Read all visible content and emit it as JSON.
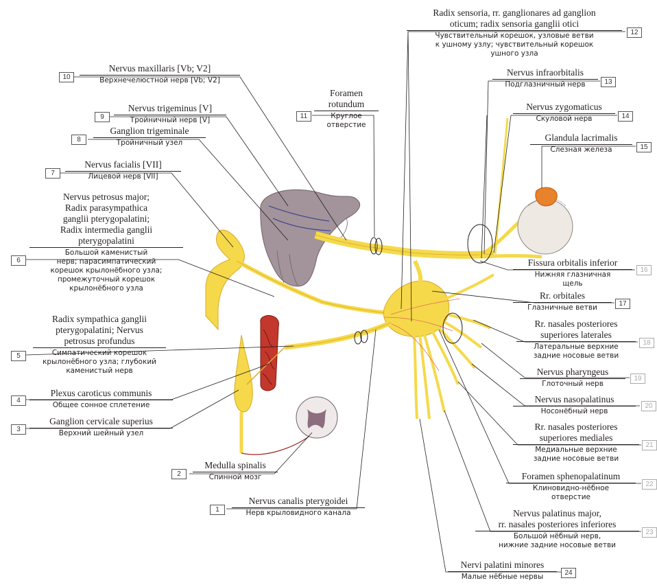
{
  "colors": {
    "nerve": "#f5d94a",
    "nerve_edge": "#d9a92a",
    "artery": "#c4372c",
    "artery_dark": "#7d1b15",
    "ganglion": "#9c8c93",
    "eye": "#efe9e4",
    "gland": "#e8822b",
    "line": "#231f20",
    "box_faint": "#aaaaaa"
  },
  "labels": [
    {
      "id": "1",
      "num": "1",
      "lat": [
        "Nervus canalis pterygoidei"
      ],
      "rus": [
        "Нерв крыловидного канала"
      ]
    },
    {
      "id": "2",
      "num": "2",
      "lat": [
        "Medulla spinalis"
      ],
      "rus": [
        "Спинной мозг"
      ]
    },
    {
      "id": "3",
      "num": "3",
      "lat": [
        "Ganglion cervicale superius"
      ],
      "rus": [
        "Верхний шейный узел"
      ]
    },
    {
      "id": "4",
      "num": "4",
      "lat": [
        "Plexus caroticus communis"
      ],
      "rus": [
        "Общее сонное сплетение"
      ]
    },
    {
      "id": "5",
      "num": "5",
      "lat": [
        "Radix sympathica ganglii",
        "pterygopalatini; Nervus",
        "petrosus profundus"
      ],
      "rus": [
        "Симпатический корешок",
        "крылонёбного узла; глубокий",
        "каменистый нерв"
      ]
    },
    {
      "id": "6",
      "num": "6",
      "lat": [
        "Nervus petrosus major;",
        "Radix parasympathica",
        "ganglii pterygopalatini;",
        "Radix intermedia ganglii",
        "pterygopalatini"
      ],
      "rus": [
        "Большой каменистый",
        "нерв; парасимпатический",
        "корешок крылонёбного узла;",
        "промежуточный корешок",
        "крылонёбного узла"
      ]
    },
    {
      "id": "7",
      "num": "7",
      "lat": [
        "Nervus facialis [VII]"
      ],
      "rus": [
        "Лицевой нерв [VII]"
      ]
    },
    {
      "id": "8",
      "num": "8",
      "lat": [
        "Ganglion trigeminale"
      ],
      "rus": [
        "Тройничный узел"
      ]
    },
    {
      "id": "9",
      "num": "9",
      "lat": [
        "Nervus trigeminus [V]"
      ],
      "rus": [
        "Тройничный нерв [V]"
      ]
    },
    {
      "id": "10",
      "num": "10",
      "lat": [
        "Nervus maxillaris [Vb; V2]"
      ],
      "rus": [
        "Верхнечелюстной нерв [Vb; V2]"
      ]
    },
    {
      "id": "11",
      "num": "11",
      "lat": [
        "Foramen",
        "rotundum"
      ],
      "rus": [
        "Круглое",
        "отверстие"
      ]
    },
    {
      "id": "12",
      "num": "12",
      "lat": [
        "Radix sensoria, rr. ganglionares ad ganglion",
        "oticum; radix sensoria ganglii otici"
      ],
      "rus": [
        "Чувствительный корешок, узловые ветви",
        "к ушному узлу; чувствительный корешок",
        "ушного узла"
      ]
    },
    {
      "id": "13",
      "num": "13",
      "lat": [
        "Nervus infraorbitalis"
      ],
      "rus": [
        "Подглазничный нерв"
      ]
    },
    {
      "id": "14",
      "num": "14",
      "lat": [
        "Nervus zygomaticus"
      ],
      "rus": [
        "Скуловой нерв"
      ]
    },
    {
      "id": "15",
      "num": "15",
      "lat": [
        "Glandula lacrimalis"
      ],
      "rus": [
        "Слезная железа"
      ]
    },
    {
      "id": "16",
      "num": "16",
      "lat": [
        "Fissura orbitalis inferior"
      ],
      "rus": [
        "Нижняя глазничная",
        "щель"
      ]
    },
    {
      "id": "17",
      "num": "17",
      "lat": [
        "Rr. orbitales"
      ],
      "rus": [
        "Глазничные ветви"
      ]
    },
    {
      "id": "18",
      "num": "18",
      "lat": [
        "Rr. nasales posteriores",
        "superiores laterales"
      ],
      "rus": [
        "Латеральные верхние",
        "задние носовые ветви"
      ]
    },
    {
      "id": "19",
      "num": "19",
      "lat": [
        "Nervus pharyngeus"
      ],
      "rus": [
        "Глоточный нерв"
      ]
    },
    {
      "id": "20",
      "num": "20",
      "lat": [
        "Nervus nasopalatinus"
      ],
      "rus": [
        "Носонёбный нерв"
      ]
    },
    {
      "id": "21",
      "num": "21",
      "lat": [
        "Rr. nasales posteriores",
        "superiores mediales"
      ],
      "rus": [
        "Медиальные верхние",
        "задние носовые ветви"
      ]
    },
    {
      "id": "22",
      "num": "22",
      "lat": [
        "Foramen sphenopalatinum"
      ],
      "rus": [
        "Клиновидно-нёбное",
        "отверстие"
      ]
    },
    {
      "id": "23",
      "num": "23",
      "lat": [
        "Nervus palatinus major,",
        "rr. nasales posteriores inferiores"
      ],
      "rus": [
        "Большой нёбный нерв,",
        "нижние задние носовые ветви"
      ]
    },
    {
      "id": "24",
      "num": "24",
      "lat": [
        "Nervi palatini minores"
      ],
      "rus": [
        "Малые нёбные нервы"
      ]
    }
  ]
}
